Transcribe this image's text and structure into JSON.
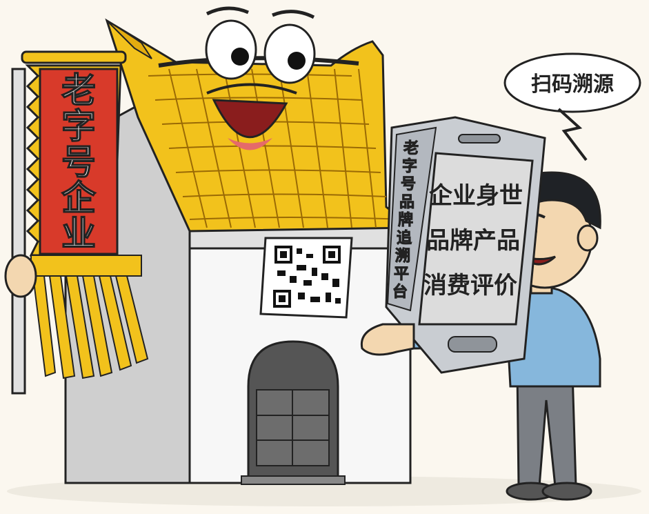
{
  "banner": {
    "chars": [
      "老",
      "字",
      "号",
      "企",
      "业"
    ]
  },
  "phone_side": {
    "chars": [
      "老",
      "字",
      "号",
      "品",
      "牌",
      "追",
      "溯",
      "平",
      "台"
    ]
  },
  "phone_screen": {
    "lines": [
      "企业身世",
      "品牌产品",
      "消费评价"
    ]
  },
  "speech": {
    "text": "扫码溯源"
  },
  "colors": {
    "background": "#fbf7ef",
    "banner_red": "#d83a2a",
    "roof_gold": "#f2c21c",
    "phone_screen": "#dcdcdc",
    "shirt_blue": "#86b7dc",
    "pants_gray": "#7b7f85",
    "wall_white": "#f7f7f7"
  },
  "icons": [
    "qr-code-icon",
    "speech-lightning-icon"
  ]
}
